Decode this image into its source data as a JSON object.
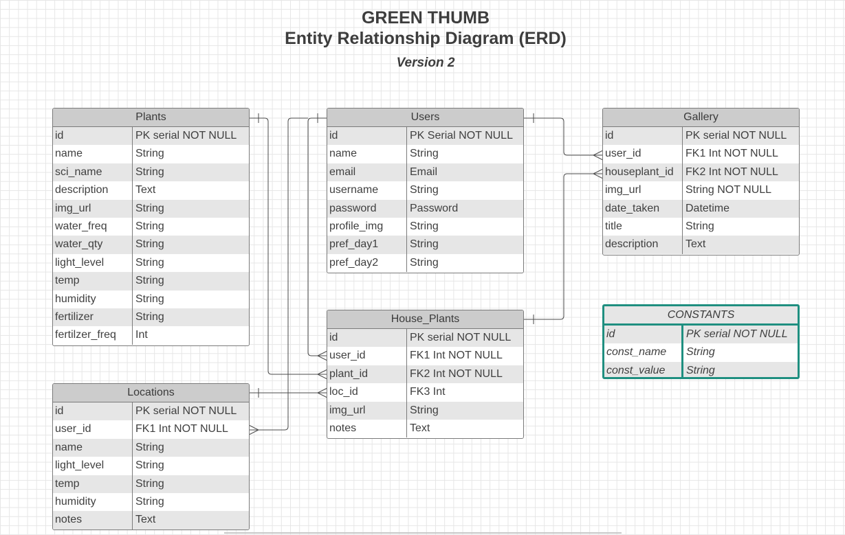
{
  "title": "GREEN THUMB",
  "subtitle": "Entity Relationship Diagram (ERD)",
  "version": "Version 2",
  "colors": {
    "header_bg": "#cccccc",
    "constants_border": "#1f8f80",
    "line": "#4a4a4a"
  },
  "plants": {
    "name": "Plants",
    "rows": [
      [
        "id",
        "PK serial NOT NULL"
      ],
      [
        "name",
        "String"
      ],
      [
        "sci_name",
        "String"
      ],
      [
        "description",
        "Text"
      ],
      [
        "img_url",
        "String"
      ],
      [
        "water_freq",
        "String"
      ],
      [
        "water_qty",
        "String"
      ],
      [
        "light_level",
        "String"
      ],
      [
        "temp",
        "String"
      ],
      [
        "humidity",
        "String"
      ],
      [
        "fertilizer",
        "String"
      ],
      [
        "fertilzer_freq",
        "Int"
      ]
    ]
  },
  "users": {
    "name": "Users",
    "rows": [
      [
        "id",
        "PK Serial NOT NULL"
      ],
      [
        "name",
        "String"
      ],
      [
        "email",
        "Email"
      ],
      [
        "username",
        "String"
      ],
      [
        "password",
        "Password"
      ],
      [
        "profile_img",
        "String"
      ],
      [
        "pref_day1",
        "String"
      ],
      [
        "pref_day2",
        "String"
      ]
    ]
  },
  "gallery": {
    "name": "Gallery",
    "rows": [
      [
        "id",
        "PK serial NOT NULL"
      ],
      [
        "user_id",
        "FK1 Int NOT NULL"
      ],
      [
        "houseplant_id",
        "FK2 Int NOT NULL"
      ],
      [
        "img_url",
        "String NOT NULL"
      ],
      [
        "date_taken",
        "Datetime"
      ],
      [
        "title",
        "String"
      ],
      [
        "description",
        "Text"
      ]
    ]
  },
  "house_plants": {
    "name": "House_Plants",
    "rows": [
      [
        "id",
        "PK serial NOT NULL"
      ],
      [
        "user_id",
        "FK1 Int NOT NULL"
      ],
      [
        "plant_id",
        "FK2 Int NOT NULL"
      ],
      [
        "loc_id",
        "FK3 Int"
      ],
      [
        "img_url",
        "String"
      ],
      [
        "notes",
        "Text"
      ]
    ]
  },
  "locations": {
    "name": "Locations",
    "rows": [
      [
        "id",
        "PK serial NOT NULL"
      ],
      [
        "user_id",
        "FK1 Int NOT NULL"
      ],
      [
        "name",
        "String"
      ],
      [
        "light_level",
        "String"
      ],
      [
        "temp",
        "String"
      ],
      [
        "humidity",
        "String"
      ],
      [
        "notes",
        "Text"
      ]
    ]
  },
  "constants": {
    "name": "CONSTANTS",
    "rows": [
      [
        "id",
        "PK serial NOT NULL"
      ],
      [
        "const_name",
        "String"
      ],
      [
        "const_value",
        "String"
      ]
    ]
  }
}
